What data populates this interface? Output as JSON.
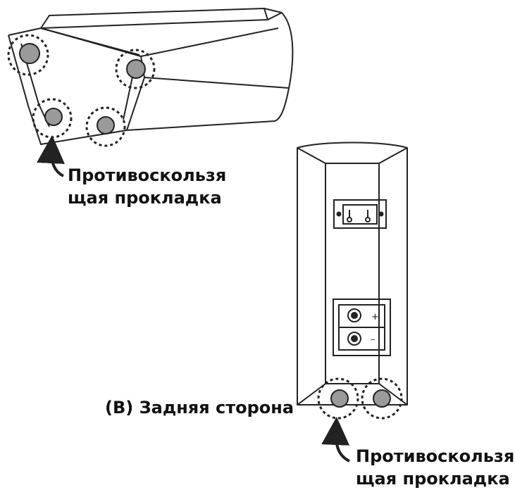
{
  "labels": {
    "antislip_pad_front_line1": "Противоскользя",
    "antislip_pad_front_line2": "щая прокладка",
    "rear_side": "(B) Задняя сторона",
    "antislip_pad_rear_line1": "Противоскользя",
    "antislip_pad_rear_line2": "щая прокладка"
  },
  "colors": {
    "outline": "#222222",
    "pad_fill": "#9a9a9a",
    "text": "#111111"
  },
  "icons": {
    "pointer_arrow": "curved-arrow-up-icon",
    "wall_bracket": "keyhole-bracket-icon",
    "speaker_terminal": "binding-post-icon"
  }
}
